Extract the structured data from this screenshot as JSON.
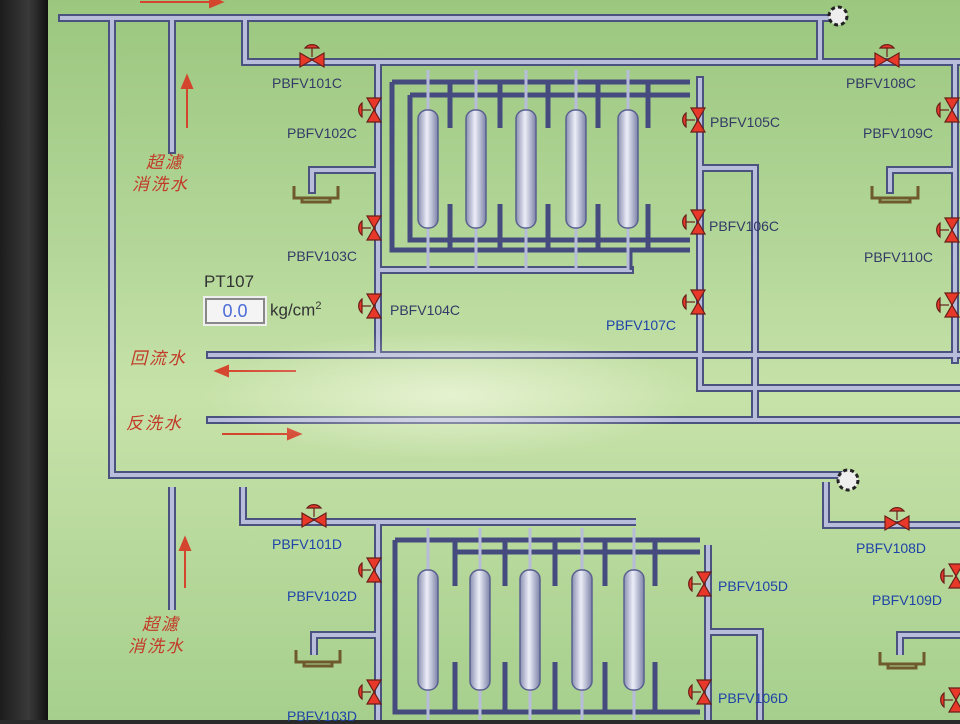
{
  "pressure": {
    "tag": "PT107",
    "value": "0.0",
    "unit": "kg/cm",
    "unit_sup": "2"
  },
  "streams": {
    "uf_wash_top": [
      "超濾",
      "消洗水"
    ],
    "return_water": "回流水",
    "backwash_water": "反洗水",
    "uf_wash_bottom": [
      "超濾",
      "消洗水"
    ]
  },
  "valves": {
    "pbfv101c": "PBFV101C",
    "pbfv102c": "PBFV102C",
    "pbfv103c": "PBFV103C",
    "pbfv104c": "PBFV104C",
    "pbfv105c": "PBFV105C",
    "pbfv106c": "PBFV106C",
    "pbfv107c": "PBFV107C",
    "pbfv108c": "PBFV108C",
    "pbfv109c": "PBFV109C",
    "pbfv110c": "PBFV110C",
    "pbfv101d": "PBFV101D",
    "pbfv102d": "PBFV102D",
    "pbfv105d": "PBFV105D",
    "pbfv106d": "PBFV106D",
    "pbfv108d": "PBFV108D",
    "pbfv109d": "PBFV109D",
    "pbfv103d": "PBFV103D"
  },
  "colors": {
    "pipe": "#8a8fb4",
    "pipe_dark": "#454b7e",
    "valve_red": "#e8382a",
    "arrow_red": "#d4452e"
  }
}
